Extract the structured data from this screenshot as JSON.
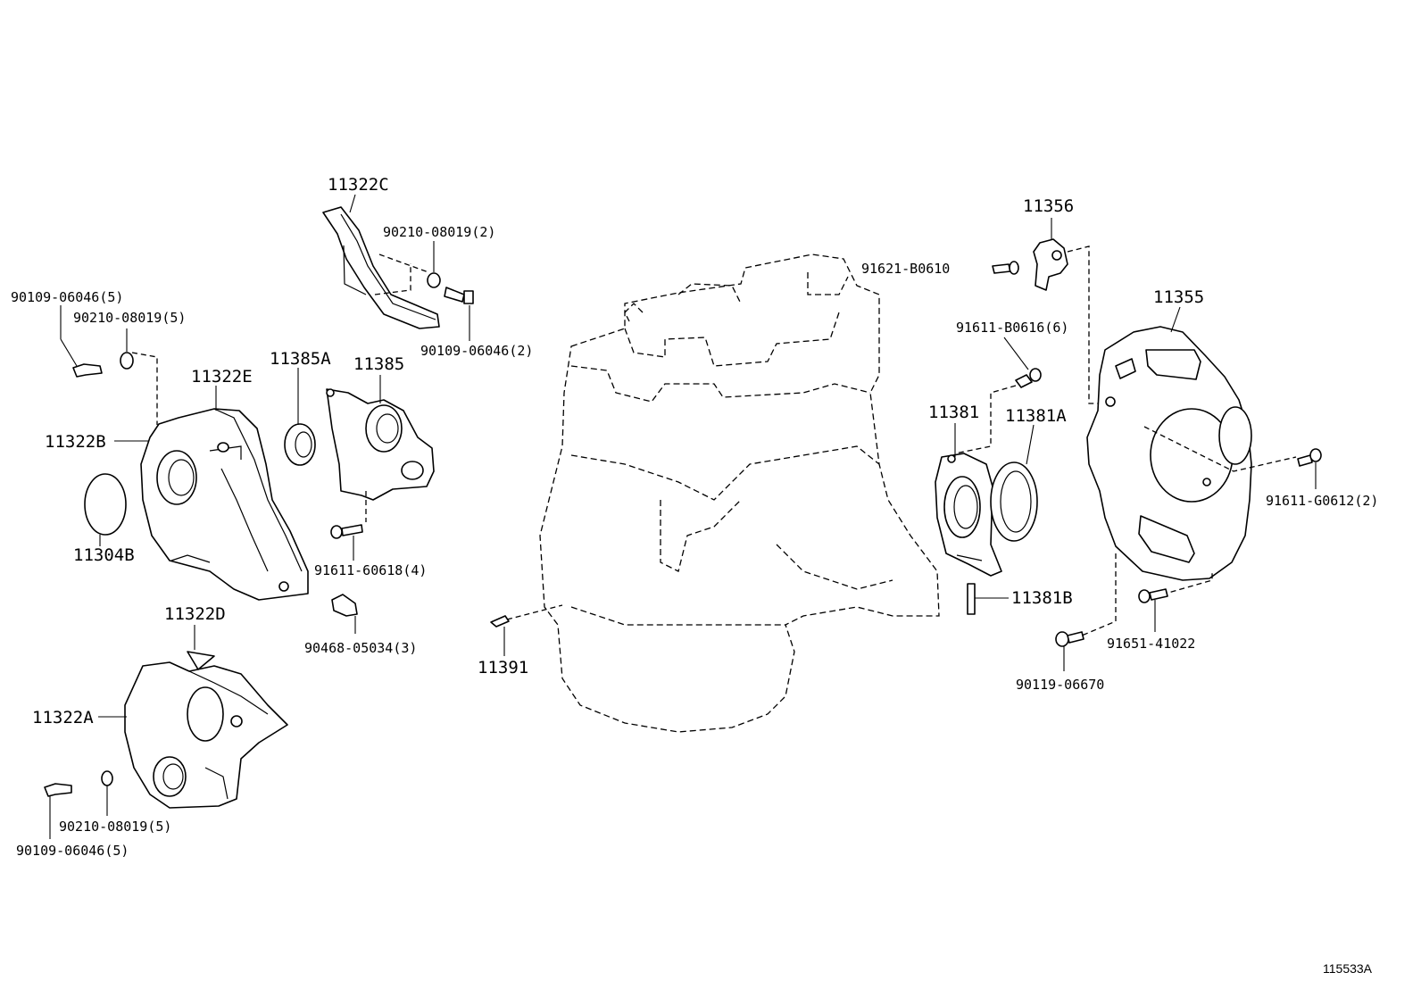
{
  "figure_id": "115533A",
  "labels": {
    "p11322C": "11322C",
    "p90210_top": "90210-08019(2)",
    "p90109_top": "90109-06046(2)",
    "p90109_left": "90109-06046(5)",
    "p90210_left": "90210-08019(5)",
    "p11322E": "11322E",
    "p11385A": "11385A",
    "p11385": "11385",
    "p11322B": "11322B",
    "p11304B": "11304B",
    "p91611_60618": "91611-60618(4)",
    "p90468": "90468-05034(3)",
    "p11322D": "11322D",
    "p11322A": "11322A",
    "p90210_bottom": "90210-08019(5)",
    "p90109_bottom": "90109-06046(5)",
    "p11391": "11391",
    "p11356": "11356",
    "p91621": "91621-B0610",
    "p91611_B0616": "91611-B0616(6)",
    "p11355": "11355",
    "p11381": "11381",
    "p11381A": "11381A",
    "p91611_G0612": "91611-G0612(2)",
    "p11381B": "11381B",
    "p91651": "91651-41022",
    "p90119": "90119-06670"
  }
}
